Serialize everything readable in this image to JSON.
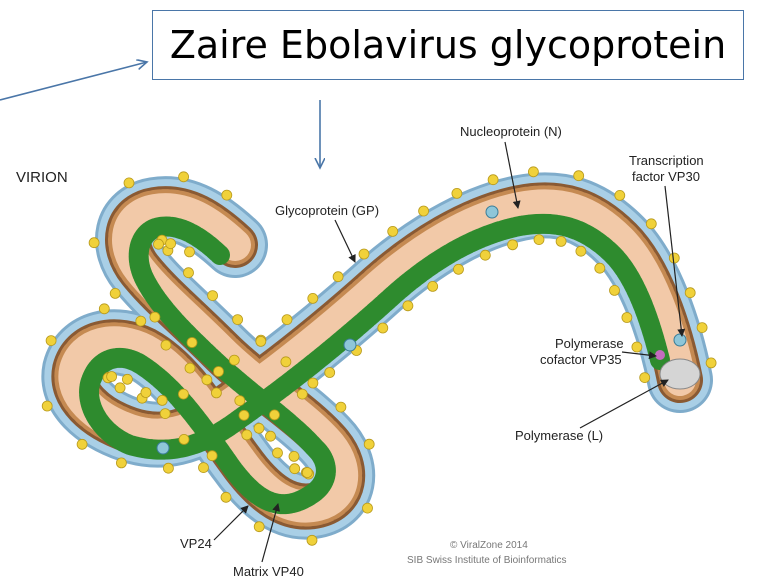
{
  "title": "Zaire Ebolavirus glycoprotein",
  "section_label": "VIRION",
  "labels": {
    "nucleoprotein": "Nucleoprotein (N)",
    "transcription_line1": "Transcription",
    "transcription_line2": "factor VP30",
    "glycoprotein": "Glycoprotein (GP)",
    "polymerase_cofactor_line1": "Polymerase",
    "polymerase_cofactor_line2": "cofactor VP35",
    "polymerase": "Polymerase (L)",
    "vp24": "VP24",
    "matrix": "Matrix VP40"
  },
  "credit": {
    "line1": "© ViralZone 2014",
    "line2": "SIB Swiss Institute of Bioinformatics"
  },
  "colors": {
    "envelope": "#a9cfe6",
    "envelope_edge": "#7faccb",
    "matrix": "#8a5a33",
    "core": "#f2c9a8",
    "nucleocapsid": "#2e8b2e",
    "glycoprotein": "#f0d13a",
    "arrow": "#4a76a8",
    "vp30": "#8ec6d8",
    "vp35": "#c46cc0",
    "polymerase": "#cfcfcf"
  }
}
